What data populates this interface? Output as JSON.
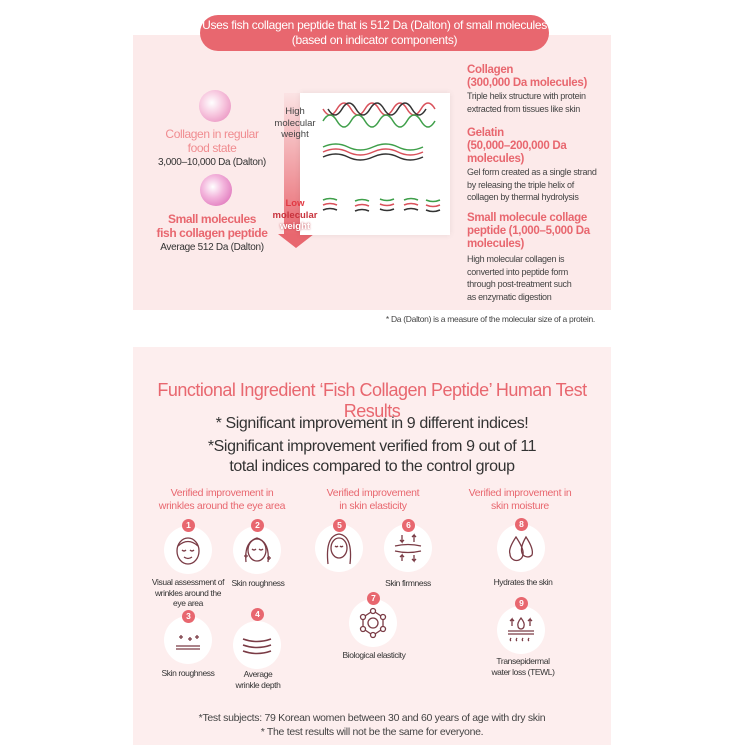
{
  "banner": {
    "line1": "Uses fish collagen peptide that is 512 Da (Dalton) of small molecules",
    "line2": "(based on indicator components)"
  },
  "left": {
    "regular_title_1": "Collagen in regular",
    "regular_title_2": "food state",
    "regular_value": "3,000–10,000 Da (Dalton)",
    "small_title_1": "Small molecules",
    "small_title_2": "fish collagen peptide",
    "small_value": "Average 512 Da (Dalton)"
  },
  "arrow": {
    "high_1": "High",
    "high_2": "molecular",
    "high_3": "weight",
    "low_1": "Low",
    "low_2": "molecular",
    "low_3": "weight"
  },
  "right": [
    {
      "title": "Collagen",
      "sub": "(300,000 Da molecules)",
      "desc": [
        "Triple helix structure with protein",
        "extracted from tissues like skin"
      ]
    },
    {
      "title": "Gelatin",
      "sub": "(50,000–200,000 Da molecules)",
      "desc": [
        "Gel form created as a single strand",
        "by releasing the triple helix of",
        "collagen by thermal hydrolysis"
      ]
    },
    {
      "title": "Small molecule collage peptide (1,000–5,000 Da molecules)",
      "desc": [
        "High molecular collagen is",
        "converted into peptide form",
        "through post-treatment such",
        "as enzymatic digestion"
      ]
    }
  ],
  "footnote_top": "* Da (Dalton) is a measure of the molecular size of a protein.",
  "test": {
    "title": "Functional Ingredient ‘Fish Collagen Peptide’ Human Test Results",
    "line1": "* Significant improvement in 9 different indices!",
    "line2": "*Significant improvement verified from 9 out of 11",
    "line3": "total indices compared to the control group",
    "columns": [
      {
        "h1": "Verified improvement in",
        "h2": "wrinkles around the eye area"
      },
      {
        "h1": "Verified improvement",
        "h2": "in skin elasticity"
      },
      {
        "h1": "Verified improvement in",
        "h2": "skin moisture"
      }
    ],
    "items": [
      {
        "n": "1",
        "l1": "Visual assessment of",
        "l2": "wrinkles  around the",
        "l3": "eye area"
      },
      {
        "n": "2",
        "l1": "Skin roughness"
      },
      {
        "n": "3",
        "l1": "Skin roughness"
      },
      {
        "n": "4",
        "l1": "Average",
        "l2": "wrinkle depth"
      },
      {
        "n": "5"
      },
      {
        "n": "6",
        "l1": "Skin firmness"
      },
      {
        "n": "7",
        "l1": "Biological elasticity"
      },
      {
        "n": "8",
        "l1": "Hydrates the skin"
      },
      {
        "n": "9",
        "l1": "Transepidermal",
        "l2": "water loss (TEWL)"
      }
    ],
    "footer1": "*Test subjects: 79 Korean women between 30 and 60 years of age with dry skin",
    "footer2": "* The test results will not be the same for everyone."
  },
  "colors": {
    "accent": "#e8676f",
    "panel": "#fceaea",
    "icon_stroke": "#7a3b45"
  }
}
